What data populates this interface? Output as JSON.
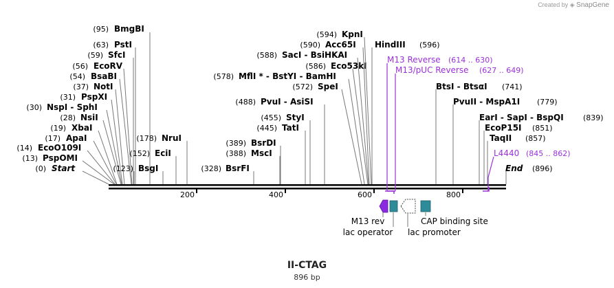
{
  "watermark": {
    "prefix": "Created by",
    "brand": "SnapGene"
  },
  "plasmid": {
    "name": "II-CTAG",
    "length_label": "896 bp"
  },
  "sites": [
    {
      "pos": "(95)",
      "name": "BmgBI",
      "cut": 95
    },
    {
      "pos": "(63)",
      "name": "PstI",
      "cut": 63
    },
    {
      "pos": "(59)",
      "name": "SfcI",
      "cut": 59
    },
    {
      "pos": "(56)",
      "name": "EcoRV",
      "cut": 56
    },
    {
      "pos": "(54)",
      "name": "BsaBI",
      "cut": 54
    },
    {
      "pos": "(37)",
      "name": "NotI",
      "cut": 37
    },
    {
      "pos": "(31)",
      "name": "PspXI",
      "cut": 31
    },
    {
      "pos": "(30)",
      "name": "NspI - SphI",
      "cut": 30
    },
    {
      "pos": "(28)",
      "name": "NsiI",
      "cut": 28
    },
    {
      "pos": "(19)",
      "name": "XbaI",
      "cut": 19
    },
    {
      "pos": "(17)",
      "name": "ApaI",
      "cut": 17
    },
    {
      "pos": "(14)",
      "name": "EcoO109I",
      "cut": 14
    },
    {
      "pos": "(13)",
      "name": "PspOMI",
      "cut": 13
    },
    {
      "pos": "(0)",
      "name": "Start",
      "cut": 0,
      "italic": true
    },
    {
      "pos": "(123)",
      "name": "BsgI",
      "cut": 123
    },
    {
      "pos": "(178)",
      "name": "NruI",
      "cut": 178
    },
    {
      "pos": "(152)",
      "name": "EciI",
      "cut": 152
    },
    {
      "pos": "(328)",
      "name": "BsrFI",
      "cut": 328
    },
    {
      "pos": "(388)",
      "name": "MscI",
      "cut": 388
    },
    {
      "pos": "(389)",
      "name": "BsrDI",
      "cut": 389
    },
    {
      "pos": "(445)",
      "name": "TatI",
      "cut": 445
    },
    {
      "pos": "(455)",
      "name": "StyI",
      "cut": 455
    },
    {
      "pos": "(488)",
      "name": "PvuI - AsiSI",
      "cut": 488
    },
    {
      "pos": "(572)",
      "name": "SpeI",
      "cut": 572
    },
    {
      "pos": "(578)",
      "name": "MflI * - BstYI - BamHI",
      "cut": 578
    },
    {
      "pos": "(586)",
      "name": "Eco53kI",
      "cut": 586
    },
    {
      "pos": "(588)",
      "name": "SacI - BsiHKAI",
      "cut": 588
    },
    {
      "pos": "(590)",
      "name": "Acc65I",
      "cut": 590
    },
    {
      "pos": "(594)",
      "name": "KpnI",
      "cut": 594
    },
    {
      "pos": "(596)",
      "name": "HindIII",
      "cut": 596
    },
    {
      "pos": "(741)",
      "name": "BtsI - BtsαI",
      "cut": 741
    },
    {
      "pos": "(779)",
      "name": "PvuII - MspA1I",
      "cut": 779
    },
    {
      "pos": "(839)",
      "name": "EarI - SapI - BspQI",
      "cut": 839
    },
    {
      "pos": "(851)",
      "name": "EcoP15I",
      "cut": 851
    },
    {
      "pos": "(857)",
      "name": "TaqII",
      "cut": 857
    },
    {
      "pos": "(896)",
      "name": "End",
      "cut": 896,
      "italic": true
    }
  ],
  "primers": [
    {
      "name": "M13 Reverse",
      "range": "(614 .. 630)"
    },
    {
      "name": "M13/pUC Reverse",
      "range": "(627 .. 649)"
    },
    {
      "name": "L4440",
      "range": "(845 .. 862)"
    }
  ],
  "ticks": [
    "200",
    "400",
    "600",
    "800"
  ],
  "features": [
    {
      "name": "M13 rev",
      "color": "#8a2be2"
    },
    {
      "name": "lac operator",
      "color": "#2e8b9a"
    },
    {
      "name": "lac promoter",
      "color": "#ffffff"
    },
    {
      "name": "CAP binding site",
      "color": "#2e8b9a"
    }
  ],
  "colors": {
    "primer": "#9b30d9",
    "backbone": "#000000",
    "leader": "#777777",
    "feature_teal": "#2e8b9a"
  }
}
